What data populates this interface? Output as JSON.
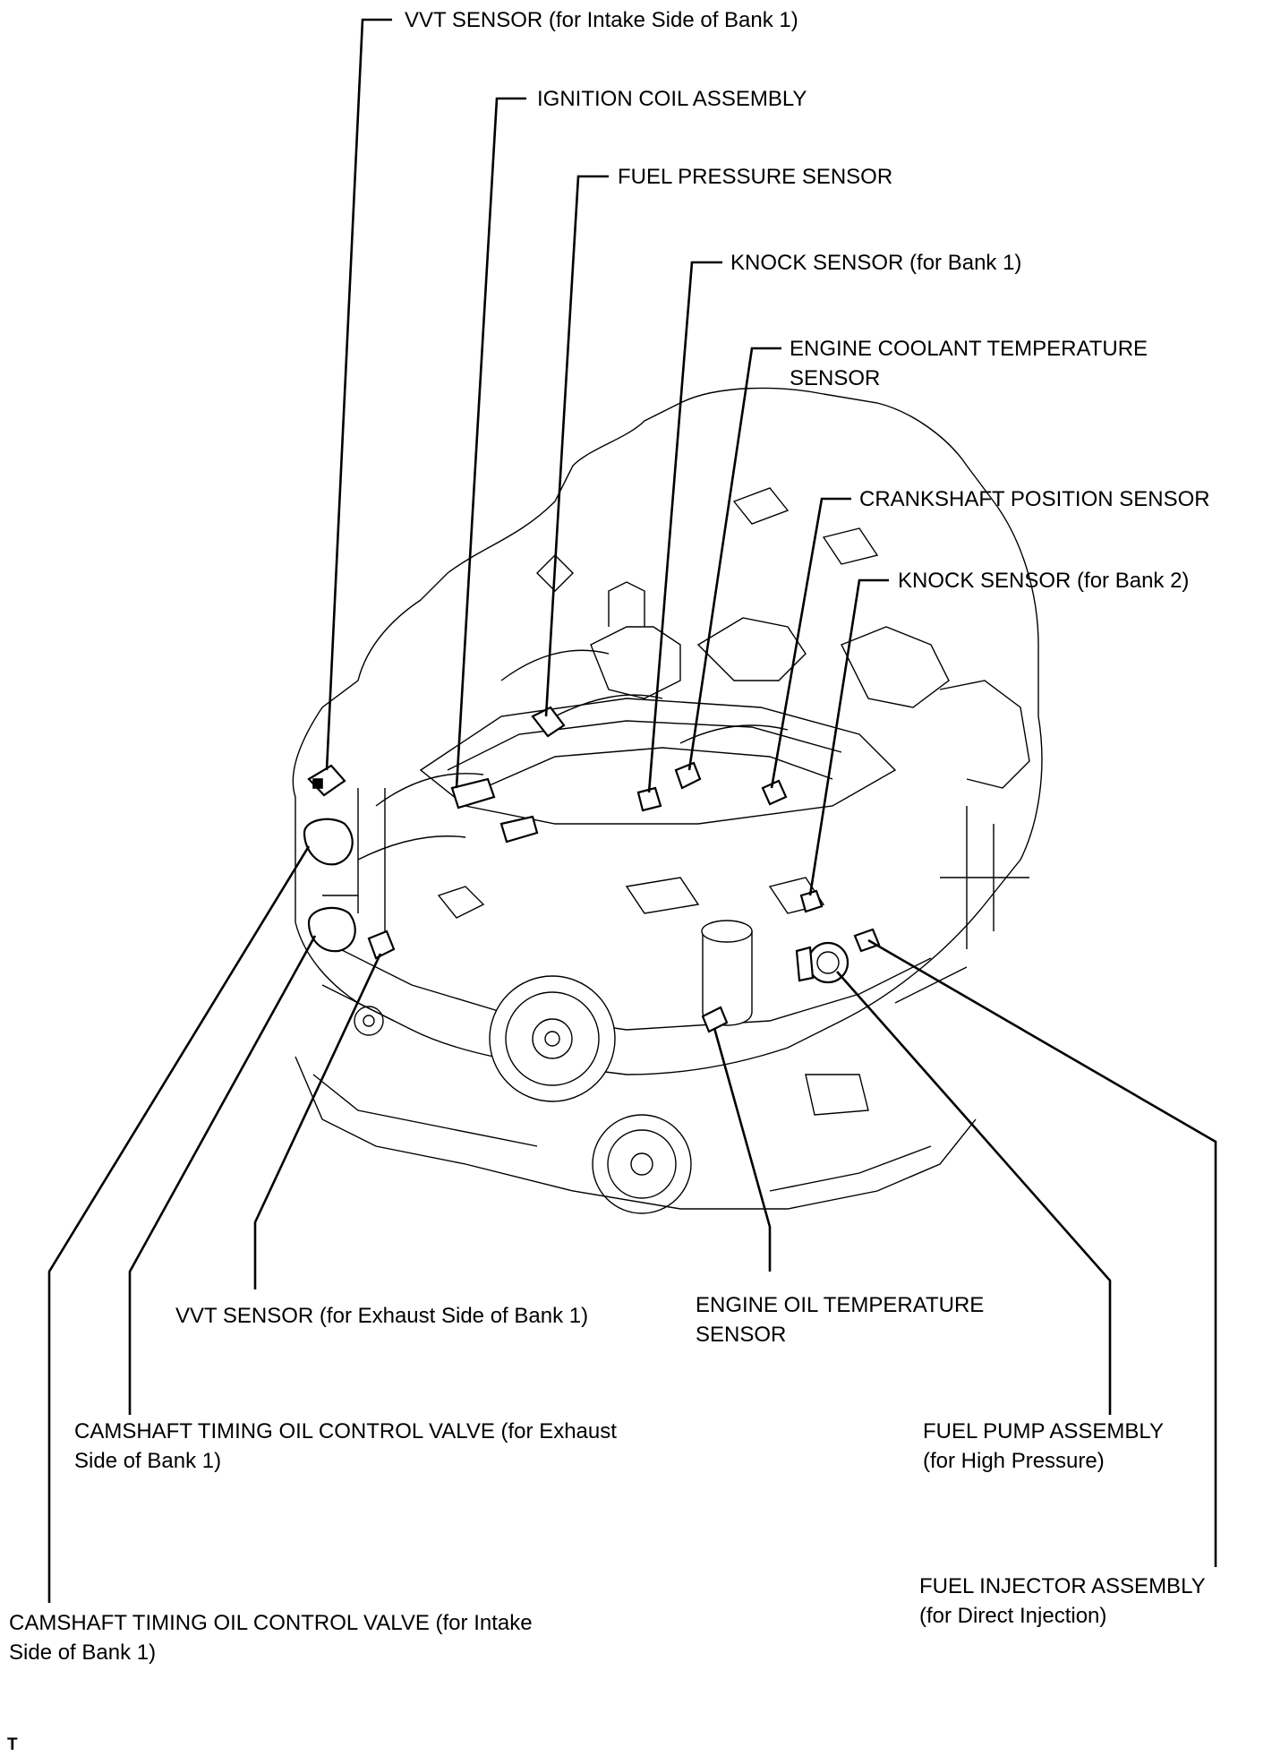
{
  "labels": {
    "vvt_intake": "VVT SENSOR (for Intake Side of Bank 1)",
    "ignition_coil": "IGNITION COIL ASSEMBLY",
    "fuel_pressure": "FUEL PRESSURE SENSOR",
    "knock_bank1": "KNOCK SENSOR (for Bank 1)",
    "coolant_temp_1": "ENGINE COOLANT TEMPERATURE",
    "coolant_temp_2": "SENSOR",
    "crankshaft": "CRANKSHAFT POSITION SENSOR",
    "knock_bank2": "KNOCK SENSOR (for Bank 2)",
    "vvt_exhaust": "VVT SENSOR (for Exhaust Side of Bank 1)",
    "oil_temp_1": "ENGINE OIL TEMPERATURE",
    "oil_temp_2": "SENSOR",
    "ocv_exhaust_1": "CAMSHAFT TIMING OIL CONTROL VALVE (for Exhaust",
    "ocv_exhaust_2": "Side of Bank 1)",
    "fuel_pump_1": "FUEL PUMP ASSEMBLY",
    "fuel_pump_2": "(for High Pressure)",
    "injector_1": "FUEL INJECTOR ASSEMBLY",
    "injector_2": "(for Direct Injection)",
    "ocv_intake_1": "CAMSHAFT TIMING OIL CONTROL VALVE (for Intake",
    "ocv_intake_2": "Side of Bank 1)"
  },
  "corner_mark": "T"
}
